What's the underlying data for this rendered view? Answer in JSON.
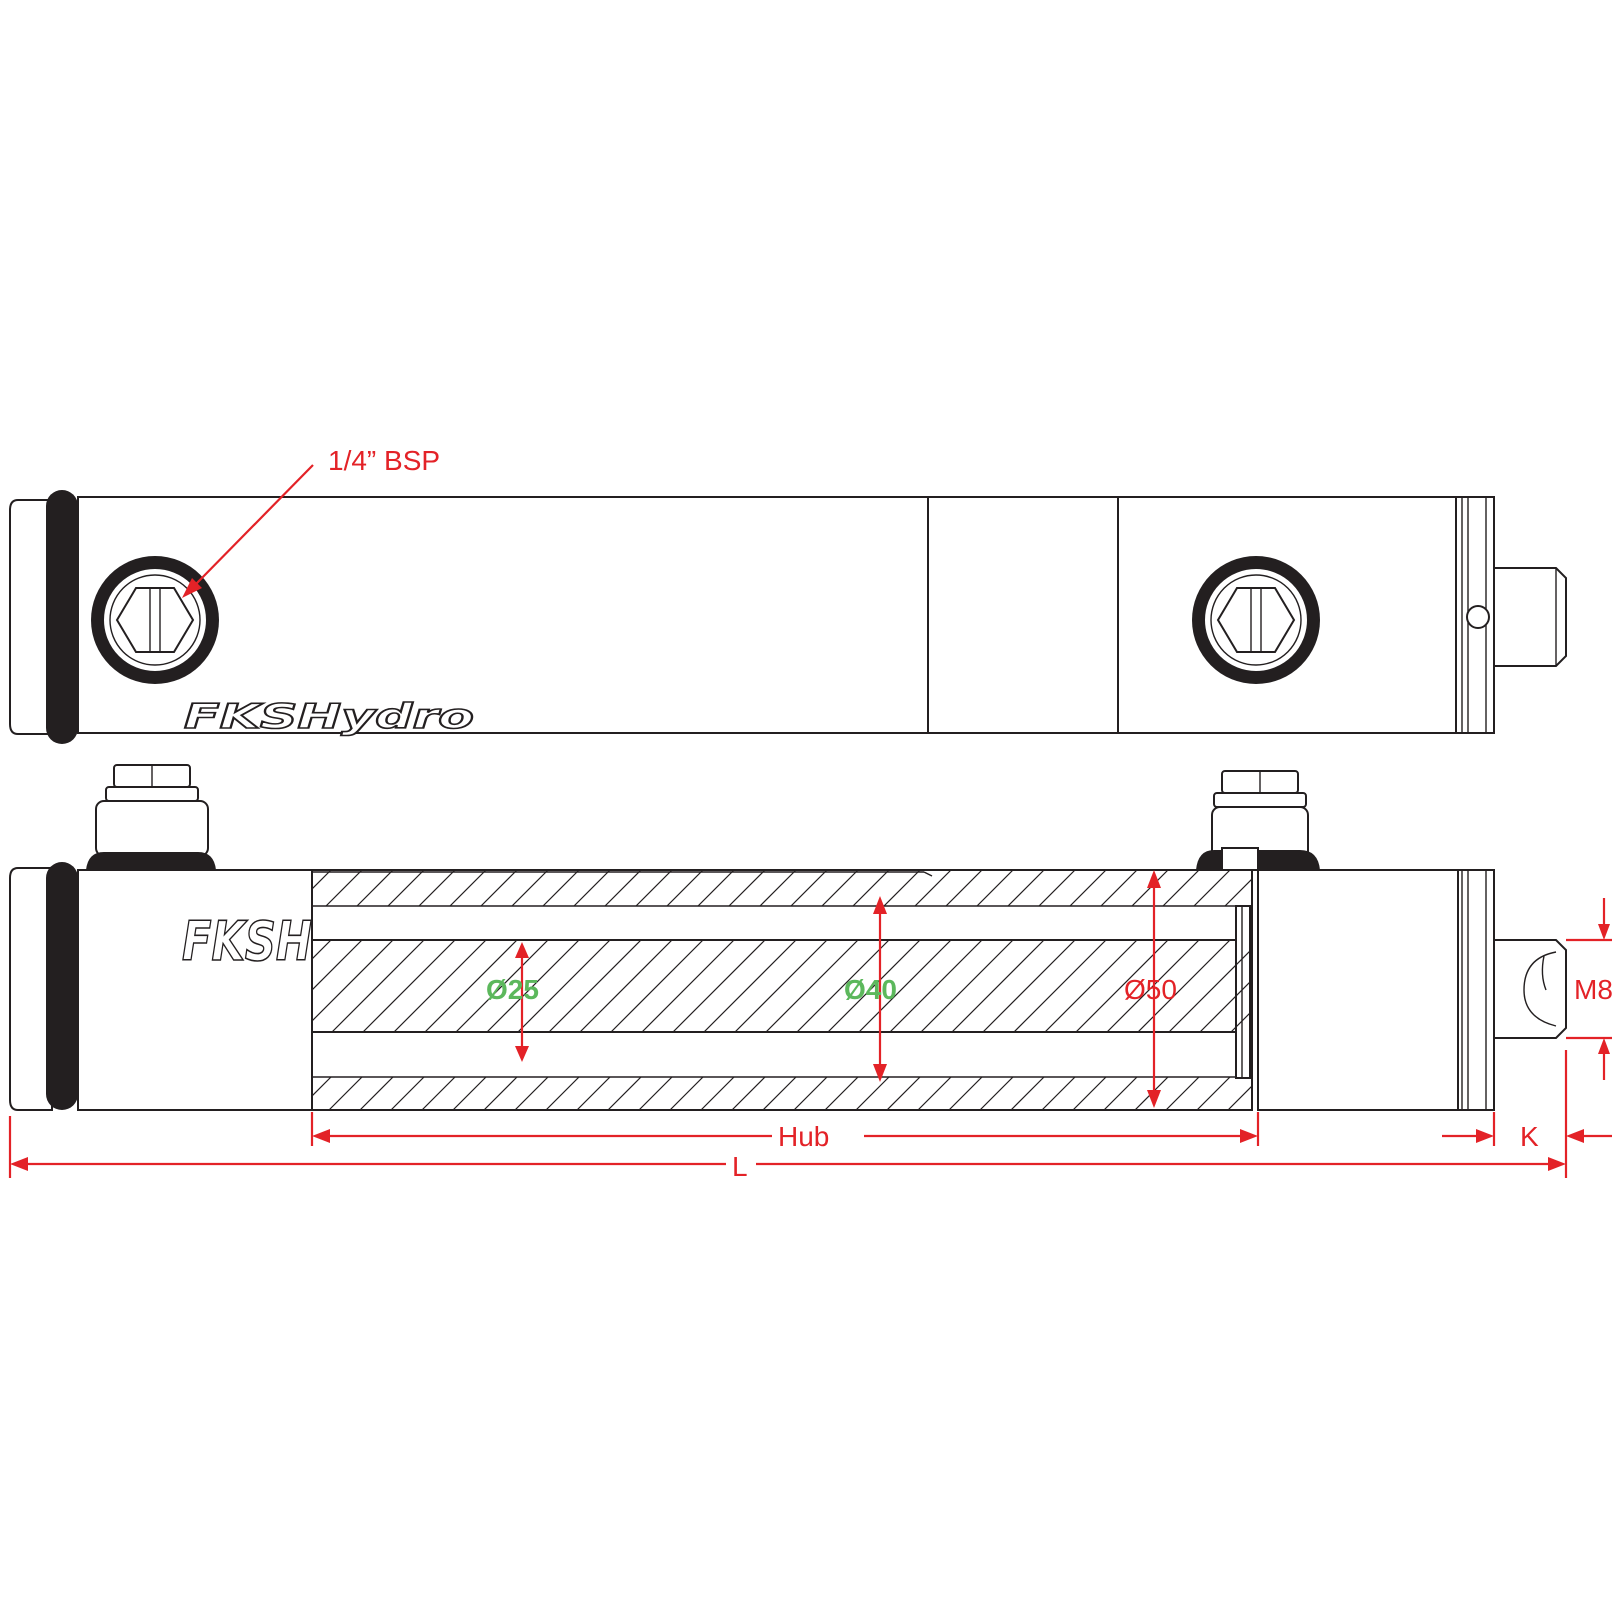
{
  "port_label": "1/4” BSP",
  "logo_text_top": "FKSHydro",
  "logo_text_side": "FKSH",
  "dimensions": {
    "rod_diameter": "Ø25",
    "bore_diameter": "Ø40",
    "outer_diameter": "Ø50",
    "thread": "M8",
    "stroke": "Hub",
    "overall_length": "L",
    "thread_length": "K"
  },
  "colors": {
    "line": "#231f20",
    "dimension": "#e32227",
    "highlight": "#5cb85c"
  }
}
